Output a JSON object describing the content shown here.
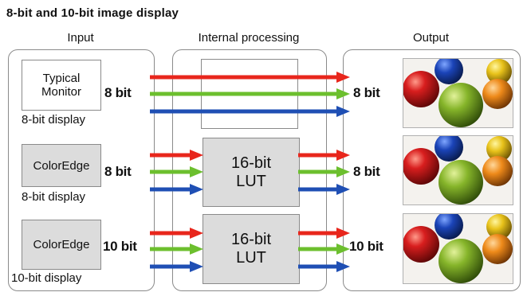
{
  "title": "8-bit and 10-bit image display",
  "columns": {
    "input": "Input",
    "processing": "Internal processing",
    "output": "Output"
  },
  "rows": [
    {
      "monitor_lines": [
        "Typical",
        "Monitor"
      ],
      "display_label": "8-bit display",
      "input_bits": "8 bit",
      "lut_lines": [],
      "output_bits": "8 bit"
    },
    {
      "monitor_lines": [
        "ColorEdge"
      ],
      "display_label": "8-bit display",
      "input_bits": "8 bit",
      "lut_lines": [
        "16-bit",
        "LUT"
      ],
      "output_bits": "8 bit"
    },
    {
      "monitor_lines": [
        "ColorEdge"
      ],
      "display_label": "10-bit display",
      "input_bits": "10 bit",
      "lut_lines": [
        "16-bit",
        "LUT"
      ],
      "output_bits": "10 bit"
    }
  ],
  "arrow_colors": {
    "red": "#e8261c",
    "green": "#6cbf2e",
    "blue": "#1f4fb4"
  },
  "output_image": "colored-spheres-photo"
}
